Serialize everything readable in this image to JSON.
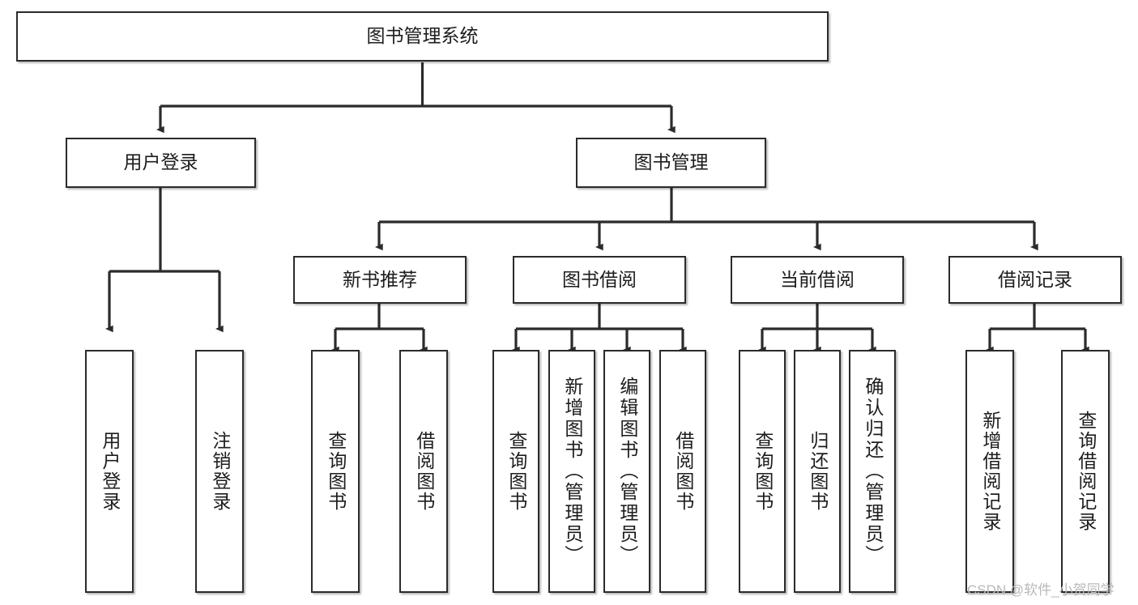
{
  "diagram": {
    "title": "图书管理系统",
    "type": "hierarchy-tree",
    "orientation": "top-down",
    "colors": {
      "box_border": "#2b2b2b",
      "box_fill": "#ffffff",
      "connector": "#2b2b2b",
      "text": "#1d1d1d",
      "background": "#ffffff",
      "watermark": "#b9b9b9"
    },
    "root": {
      "label": "图书管理系统"
    },
    "level2": [
      {
        "label": "用户登录"
      },
      {
        "label": "图书管理"
      }
    ],
    "level3": [
      {
        "label": "新书推荐"
      },
      {
        "label": "图书借阅"
      },
      {
        "label": "当前借阅"
      },
      {
        "label": "借阅记录"
      }
    ],
    "leaves": {
      "user_login": [
        {
          "label": "用户登录"
        },
        {
          "label": "注销登录"
        }
      ],
      "new_book_recommend": [
        {
          "label": "查询图书"
        },
        {
          "label": "借阅图书"
        }
      ],
      "book_borrow": [
        {
          "label": "查询图书"
        },
        {
          "label": "新增图书（管理员）"
        },
        {
          "label": "编辑图书（管理员）"
        },
        {
          "label": "借阅图书"
        }
      ],
      "current_borrow": [
        {
          "label": "查询图书"
        },
        {
          "label": "归还图书"
        },
        {
          "label": "确认归还（管理员）"
        }
      ],
      "borrow_record": [
        {
          "label": "新增借阅记录"
        },
        {
          "label": "查询借阅记录"
        }
      ]
    }
  },
  "watermark": {
    "text": "CSDN @软件_小贺同学"
  }
}
